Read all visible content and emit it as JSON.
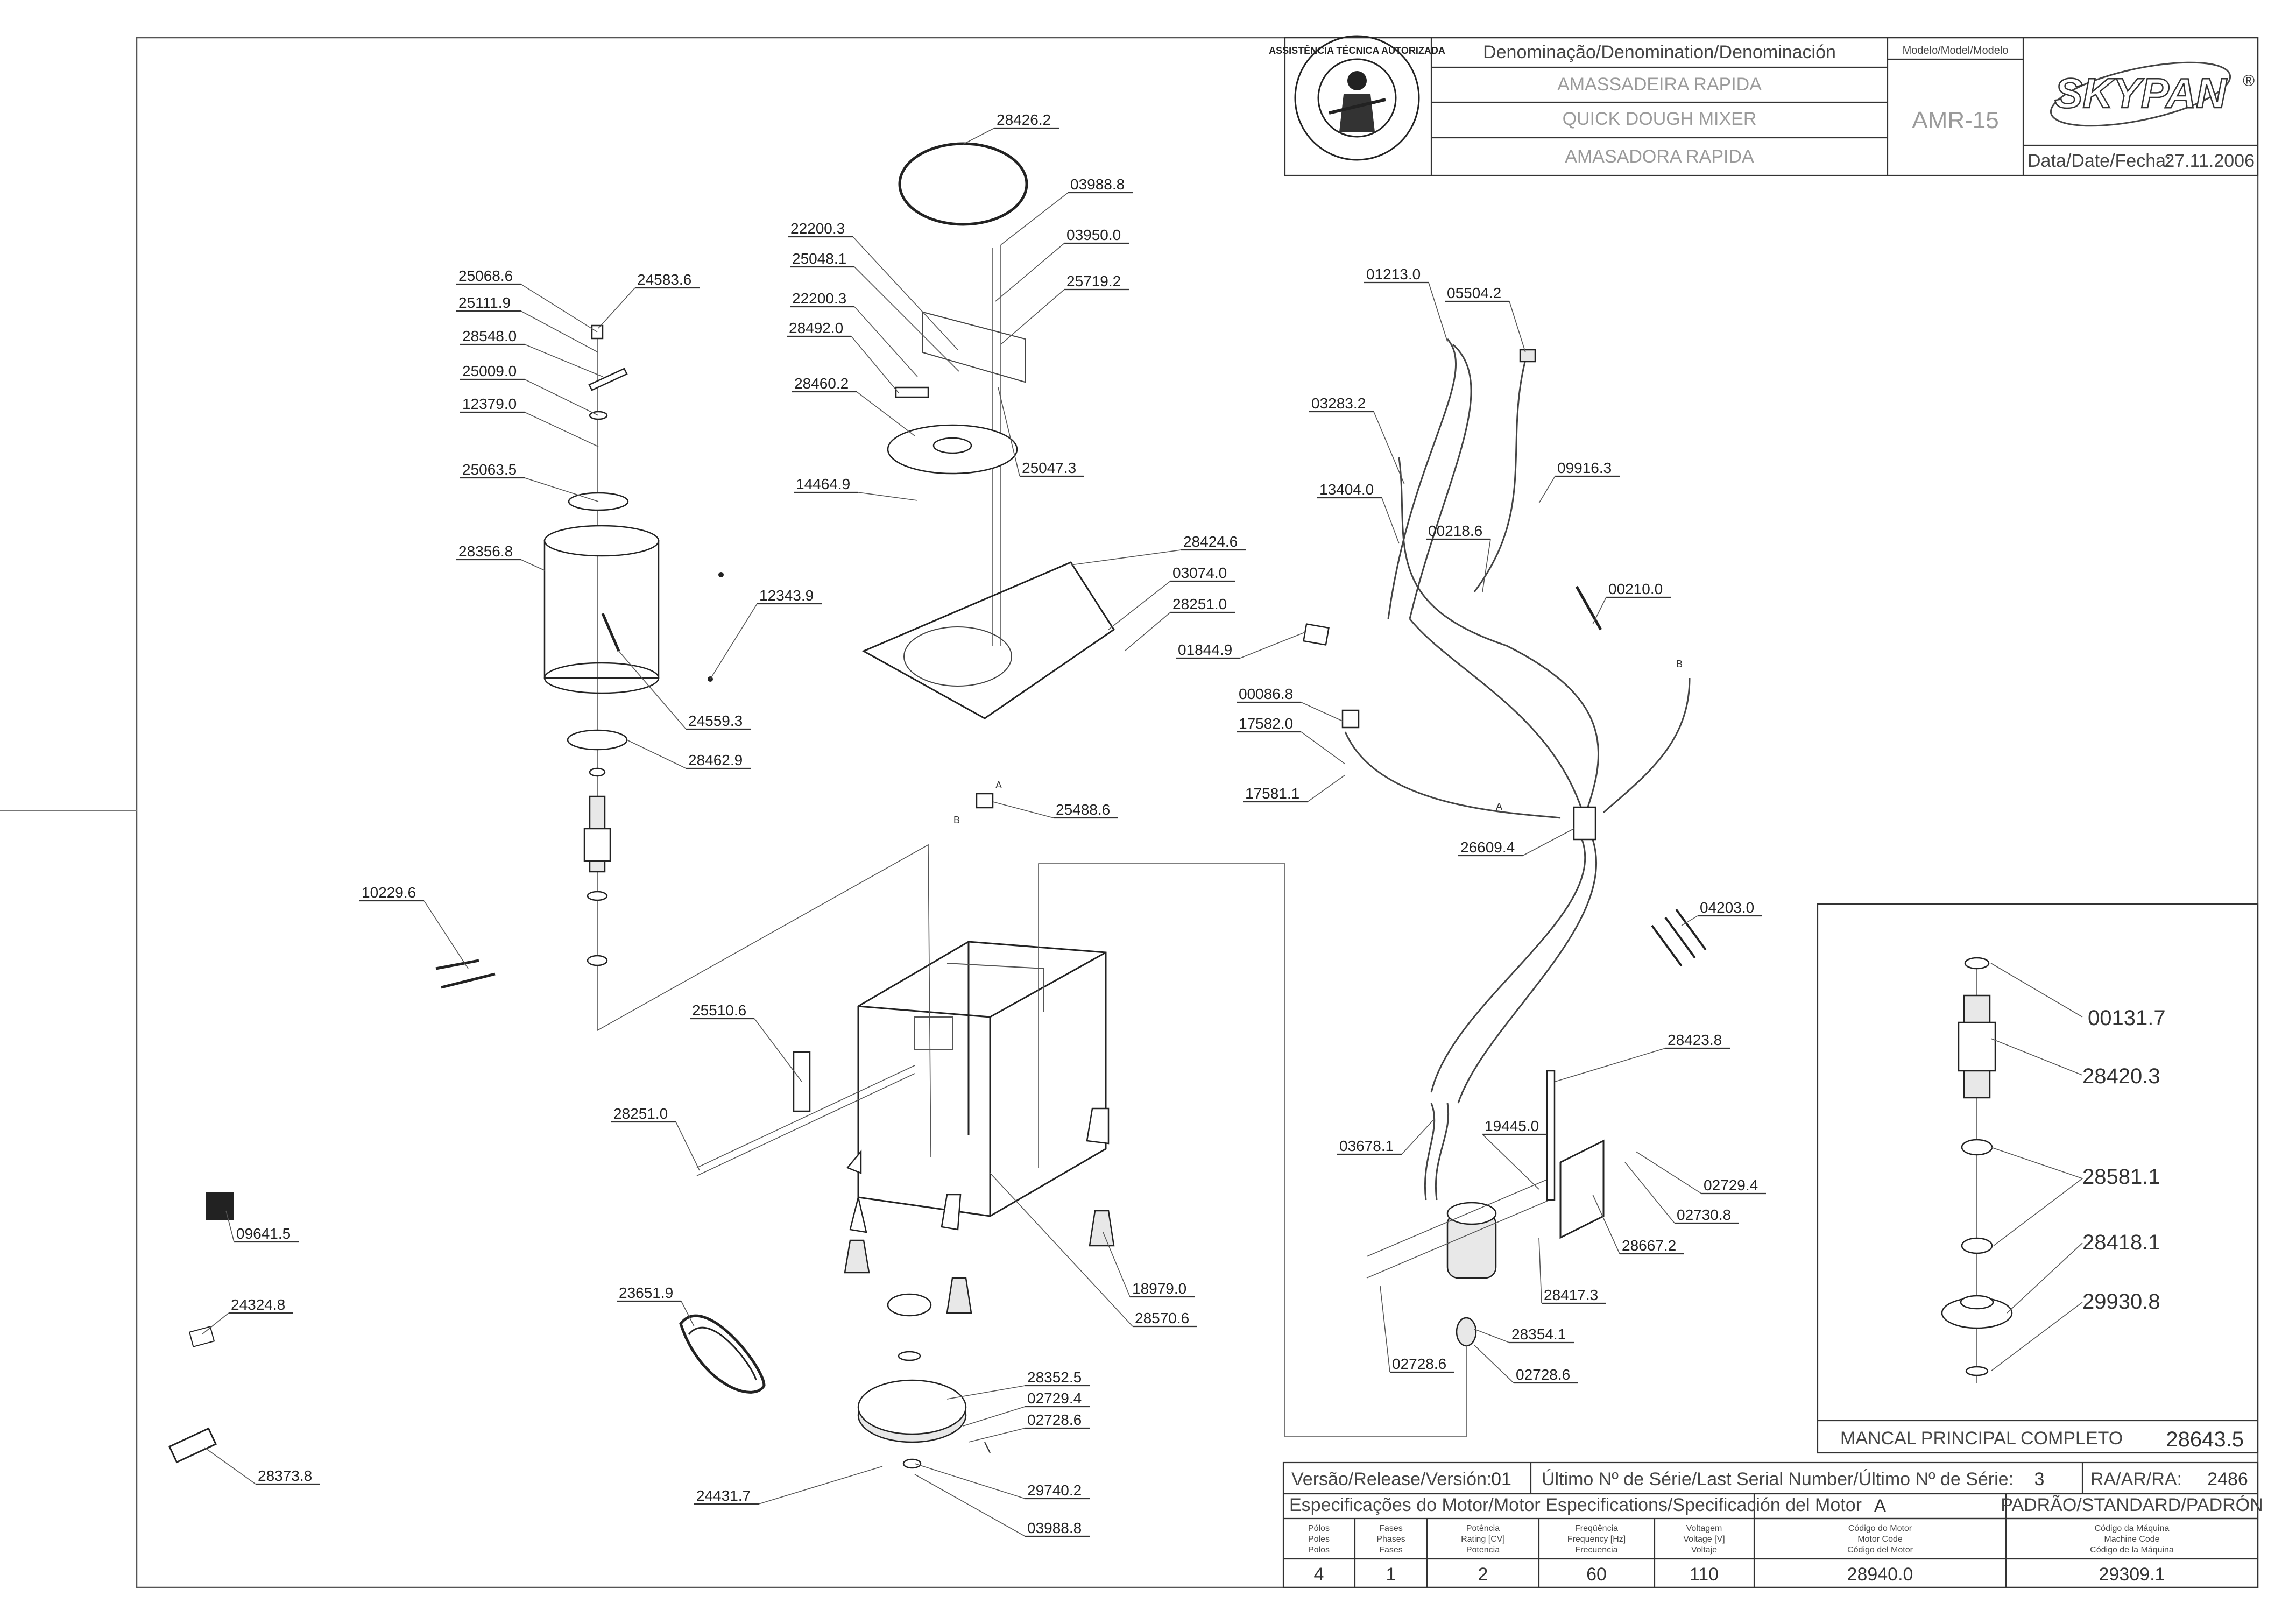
{
  "title_block": {
    "denomination_header": "Denominação/Denomination/Denominación",
    "names": [
      "AMASSADEIRA RAPIDA",
      "QUICK DOUGH MIXER",
      "AMASADORA RAPIDA"
    ],
    "model_header": "Modelo/Model/Modelo",
    "model": "AMR-15",
    "brand": "SKYPAN",
    "brand_mark": "®",
    "date_label": "Data/Date/Fecha:",
    "date": "27.11.2006",
    "seal_text": "ASSISTÊNCIA TÉCNICA AUTORIZADA"
  },
  "parts_labels": [
    {
      "id": "p1",
      "text": "28426.2"
    },
    {
      "id": "p2",
      "text": "03988.8"
    },
    {
      "id": "p3",
      "text": "22200.3"
    },
    {
      "id": "p4",
      "text": "03950.0"
    },
    {
      "id": "p5",
      "text": "25048.1"
    },
    {
      "id": "p6",
      "text": "25719.2"
    },
    {
      "id": "p7",
      "text": "22200.3"
    },
    {
      "id": "p8",
      "text": "28492.0"
    },
    {
      "id": "p9",
      "text": "28460.2"
    },
    {
      "id": "p10",
      "text": "25047.3"
    },
    {
      "id": "p11",
      "text": "14464.9"
    },
    {
      "id": "p12",
      "text": "28424.6"
    },
    {
      "id": "p13",
      "text": "03074.0"
    },
    {
      "id": "p14",
      "text": "28251.0"
    },
    {
      "id": "p15",
      "text": "01844.9"
    },
    {
      "id": "p16",
      "text": "25488.6"
    },
    {
      "id": "p17",
      "text": "25068.6"
    },
    {
      "id": "p18",
      "text": "24583.6"
    },
    {
      "id": "p19",
      "text": "25111.9"
    },
    {
      "id": "p20",
      "text": "28548.0"
    },
    {
      "id": "p21",
      "text": "25009.0"
    },
    {
      "id": "p22",
      "text": "12379.0"
    },
    {
      "id": "p23",
      "text": "25063.5"
    },
    {
      "id": "p24",
      "text": "28356.8"
    },
    {
      "id": "p25",
      "text": "12343.9"
    },
    {
      "id": "p26",
      "text": "24559.3"
    },
    {
      "id": "p27",
      "text": "28462.9"
    },
    {
      "id": "p28",
      "text": "10229.6"
    },
    {
      "id": "p29",
      "text": "25510.6"
    },
    {
      "id": "p30",
      "text": "28251.0"
    },
    {
      "id": "p31",
      "text": "09641.5"
    },
    {
      "id": "p32",
      "text": "24324.8"
    },
    {
      "id": "p33",
      "text": "23651.9"
    },
    {
      "id": "p34",
      "text": "28373.8"
    },
    {
      "id": "p35",
      "text": "24431.7"
    },
    {
      "id": "p36",
      "text": "28352.5"
    },
    {
      "id": "p37",
      "text": "02729.4"
    },
    {
      "id": "p38",
      "text": "02728.6"
    },
    {
      "id": "p39",
      "text": "29740.2"
    },
    {
      "id": "p40",
      "text": "03988.8"
    },
    {
      "id": "p41",
      "text": "18979.0"
    },
    {
      "id": "p42",
      "text": "28570.6"
    },
    {
      "id": "p43",
      "text": "01213.0"
    },
    {
      "id": "p44",
      "text": "05504.2"
    },
    {
      "id": "p45",
      "text": "03283.2"
    },
    {
      "id": "p46",
      "text": "13404.0"
    },
    {
      "id": "p47",
      "text": "09916.3"
    },
    {
      "id": "p48",
      "text": "00218.6"
    },
    {
      "id": "p49",
      "text": "00210.0"
    },
    {
      "id": "p50",
      "text": "00086.8"
    },
    {
      "id": "p51",
      "text": "17582.0"
    },
    {
      "id": "p52",
      "text": "17581.1"
    },
    {
      "id": "p53",
      "text": "26609.4"
    },
    {
      "id": "p54",
      "text": "04203.0"
    },
    {
      "id": "p55",
      "text": "28423.8"
    },
    {
      "id": "p56",
      "text": "03678.1"
    },
    {
      "id": "p57",
      "text": "19445.0"
    },
    {
      "id": "p58",
      "text": "02729.4"
    },
    {
      "id": "p59",
      "text": "02730.8"
    },
    {
      "id": "p60",
      "text": "28667.2"
    },
    {
      "id": "p61",
      "text": "28417.3"
    },
    {
      "id": "p62",
      "text": "28354.1"
    },
    {
      "id": "p63",
      "text": "02728.6"
    },
    {
      "id": "p64",
      "text": "02728.6"
    }
  ],
  "connector_letters": {
    "a1": "A",
    "b1": "B",
    "a2": "A",
    "b2": "B"
  },
  "inset": {
    "labels": [
      "00131.7",
      "28420.3",
      "28581.1",
      "28418.1",
      "29930.8"
    ],
    "caption": "MANCAL PRINCIPAL COMPLETO",
    "code": "28643.5"
  },
  "release_row": {
    "version_label": "Versão/Release/Versión:",
    "version_value": "01",
    "serial_label": "Último Nº de Série/Last Serial Number/Último Nº de Série:",
    "serial_value": "3",
    "ra_label": "RA/AR/RA:",
    "ra_value": "2486"
  },
  "motor_spec": {
    "header": "Especificações do Motor/Motor Especifications/Specificación del Motor",
    "variant": "A",
    "standard": "PADRÃO/STANDARD/PADRÓN",
    "columns": [
      {
        "lines": [
          "Pólos",
          "Poles",
          "Polos"
        ],
        "value": "4"
      },
      {
        "lines": [
          "Fases",
          "Phases",
          "Fases"
        ],
        "value": "1"
      },
      {
        "lines": [
          "Potência",
          "Rating [CV]",
          "Potencia"
        ],
        "value": "2"
      },
      {
        "lines": [
          "Freqüência",
          "Frequency [Hz]",
          "Frecuencia"
        ],
        "value": "60"
      },
      {
        "lines": [
          "Voltagem",
          "Voltage [V]",
          "Voltaje"
        ],
        "value": "110"
      }
    ],
    "motor_code_lines": [
      "Código do Motor",
      "Motor Code",
      "Código del Motor"
    ],
    "motor_code": "28940.0",
    "machine_code_lines": [
      "Código da Máquina",
      "Machine Code",
      "Código de la Máquina"
    ],
    "machine_code": "29309.1"
  },
  "colors": {
    "line": "#333333",
    "faint_text": "#9a9a9a",
    "background": "#ffffff"
  }
}
